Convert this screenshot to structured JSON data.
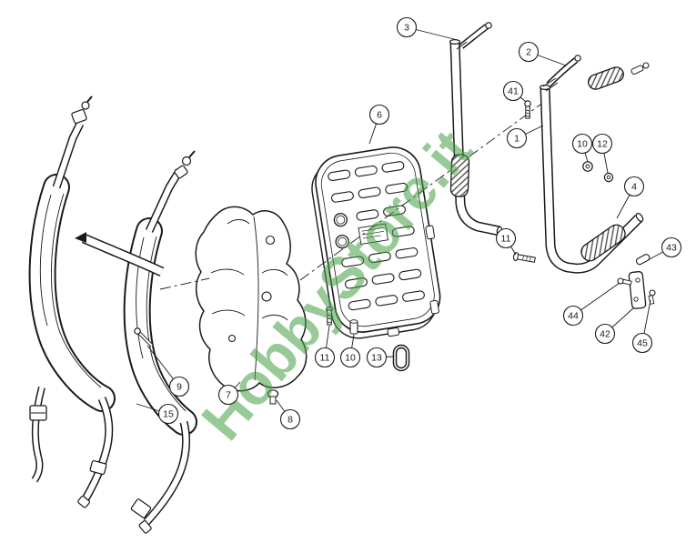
{
  "diagram": {
    "kind": "exploded-parts-diagram",
    "subject": "backpack-frame-harness-assembly",
    "background_color": "#ffffff",
    "line_color": "#1a1a1a"
  },
  "watermark": {
    "text": "HobbyStore.it",
    "color": "#44a044"
  },
  "callouts": [
    {
      "label": "3"
    },
    {
      "label": "2"
    },
    {
      "label": "41"
    },
    {
      "label": "1"
    },
    {
      "label": "10"
    },
    {
      "label": "12"
    },
    {
      "label": "4"
    },
    {
      "label": "6"
    },
    {
      "label": "11"
    },
    {
      "label": "43"
    },
    {
      "label": "44"
    },
    {
      "label": "42"
    },
    {
      "label": "45"
    },
    {
      "label": "9"
    },
    {
      "label": "15"
    },
    {
      "label": "7"
    },
    {
      "label": "8"
    },
    {
      "label": "11"
    },
    {
      "label": "10"
    },
    {
      "label": "13"
    }
  ]
}
